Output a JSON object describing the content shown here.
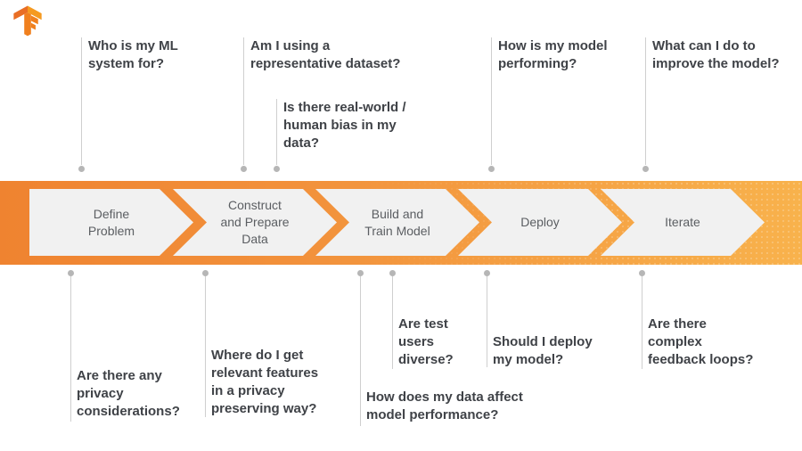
{
  "icons": {
    "logo": "tensorflow-logo"
  },
  "colors": {
    "banner_gradient_start": "#ef8330",
    "banner_gradient_end": "#f8b24c",
    "chevron_fill": "#f1f1f1",
    "question_text": "#3f4247",
    "stage_text": "#5b5e62",
    "connector_line": "#cfcfcf",
    "connector_dot": "#b6b6b6",
    "logo_orange_dark": "#e96e25",
    "logo_orange": "#f0801e",
    "logo_orange_light": "#f59a20"
  },
  "stages": [
    {
      "label": "Define\nProblem"
    },
    {
      "label": "Construct\nand Prepare\nData"
    },
    {
      "label": "Build and\nTrain Model"
    },
    {
      "label": "Deploy"
    },
    {
      "label": "Iterate"
    }
  ],
  "top_questions": [
    {
      "text": "Who is my ML\nsystem for?"
    },
    {
      "text": "Am I using a\nrepresentative dataset?"
    },
    {
      "text": "Is there real-world /\nhuman bias in my\ndata?"
    },
    {
      "text": "How is my model\nperforming?"
    },
    {
      "text": "What can I do to\nimprove the model?"
    }
  ],
  "bottom_questions": [
    {
      "text": "Are there any\nprivacy\nconsiderations?"
    },
    {
      "text": "Where do I get\nrelevant features\nin a privacy\npreserving way?"
    },
    {
      "text": "How does my data affect\nmodel performance?"
    },
    {
      "text": "Are test\nusers\ndiverse?"
    },
    {
      "text": "Should I deploy\nmy model?"
    },
    {
      "text": "Are there\ncomplex\nfeedback loops?"
    }
  ]
}
